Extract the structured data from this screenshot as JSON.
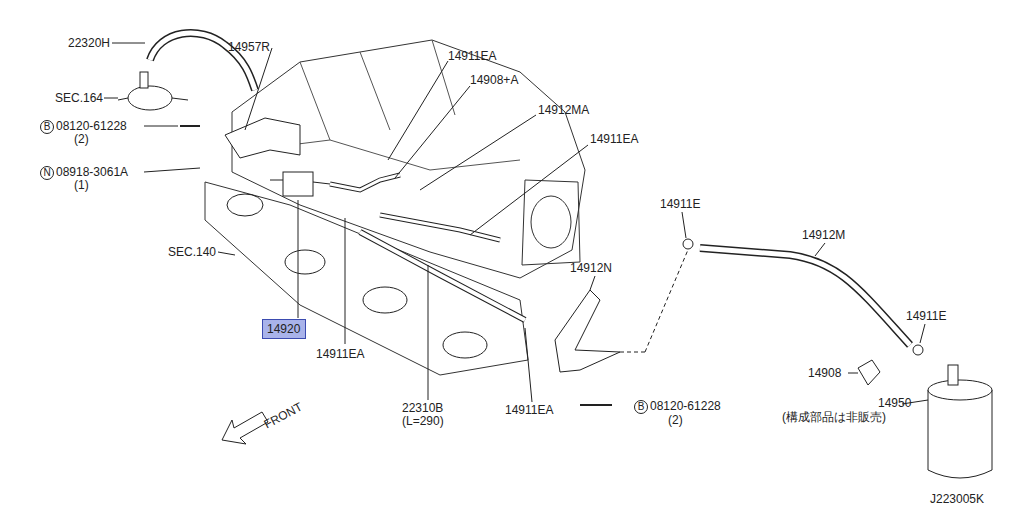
{
  "diagram": {
    "nodes": [
      {
        "text": [
          "14920"
        ]
      }
    ],
    "labels": [
      "22320H",
      "14957R",
      "SEC.164",
      "B",
      "08120-61228",
      "(2)",
      "N",
      "08918-3061A",
      "(1)",
      "14911EA",
      "14908+A",
      "14912MA",
      "14911EA",
      "SEC.140",
      "14911EA",
      "22310B",
      "(L=290)",
      "14911EA",
      "B",
      "08120-61228",
      "(2)",
      "FRONT",
      "14911E",
      "14912M",
      "14912N",
      "14911E",
      "14908",
      "14950",
      "(構成部品は非販売)",
      "J223005K"
    ]
  }
}
